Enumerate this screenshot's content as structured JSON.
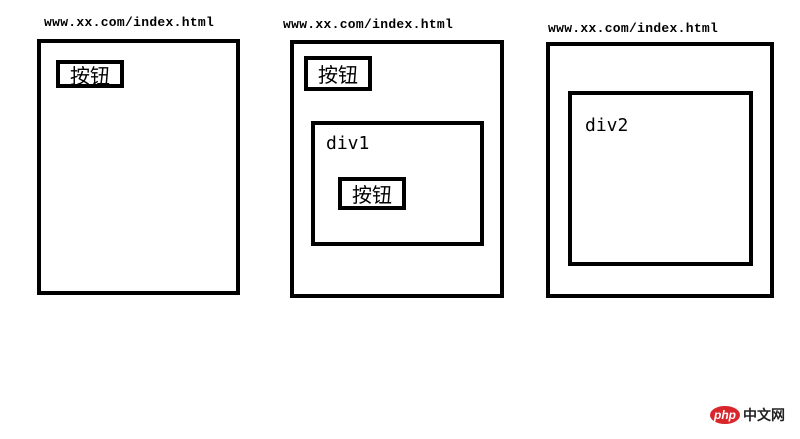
{
  "panels": [
    {
      "url": "www.xx.com/index.html",
      "button": "按钮"
    },
    {
      "url": "www.xx.com/index.html",
      "button": "按钮",
      "inner_div_label": "div1",
      "inner_button": "按钮"
    },
    {
      "url": "www.xx.com/index.html",
      "inner_div_label": "div2"
    }
  ],
  "watermark": {
    "badge": "php",
    "text": "中文网"
  }
}
